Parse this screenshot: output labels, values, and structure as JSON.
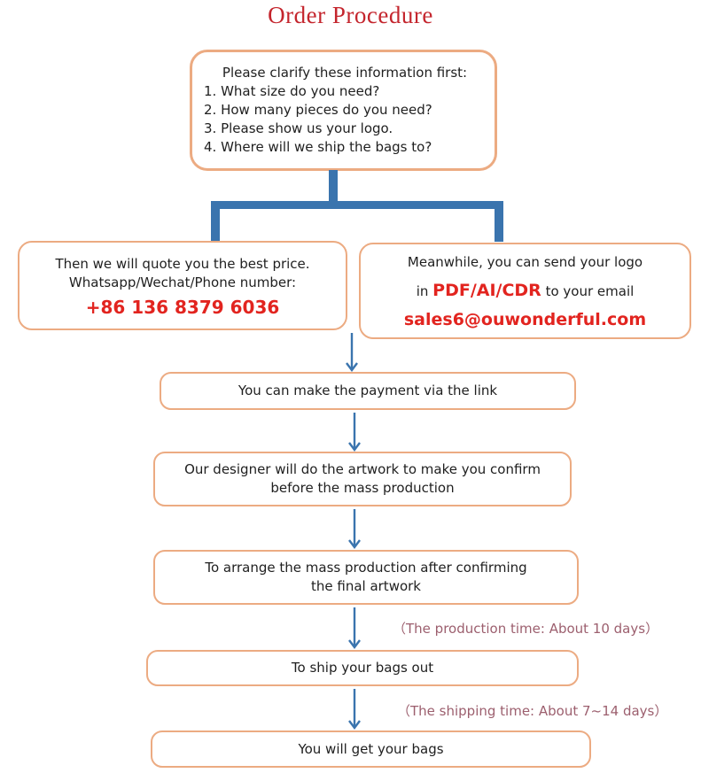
{
  "title": "Order Procedure",
  "colors": {
    "accent_blue": "#3a74ae",
    "box_border_peach": "#ecab82",
    "title_red": "#c4252d",
    "highlight_red": "#e2241f",
    "note_mauve": "#9c5f6e",
    "body_text": "#1f1f1f"
  },
  "clarify_box": {
    "heading": "Please clarify these information first:",
    "items": [
      "1. What size do you need?",
      "2. How many pieces do you need?",
      "3. Please show us your logo.",
      "4. Where will we ship the bags to?"
    ]
  },
  "quote_box": {
    "line1": "Then we will quote you the best price.",
    "line2": "Whatsapp/Wechat/Phone number:",
    "phone": "+86 136 8379 6036"
  },
  "logo_box": {
    "line1": "Meanwhile, you can send your logo",
    "line2_prefix": "in ",
    "formats": "PDF/AI/CDR",
    "line2_suffix": " to your email",
    "email": "sales6@ouwonderful.com"
  },
  "payment_box": {
    "text": "You can make the payment via the link"
  },
  "design_box": {
    "line1": "Our designer will do the artwork to make you confirm",
    "line2": "before the mass production"
  },
  "production_box": {
    "line1": "To arrange the mass production after confirming",
    "line2": "the final artwork"
  },
  "production_note": "（The production time: About 10 days）",
  "ship_box": {
    "text": "To ship your bags out"
  },
  "shipping_note": "（The shipping time: About 7~14 days）",
  "receive_box": {
    "text": "You will get your bags"
  }
}
